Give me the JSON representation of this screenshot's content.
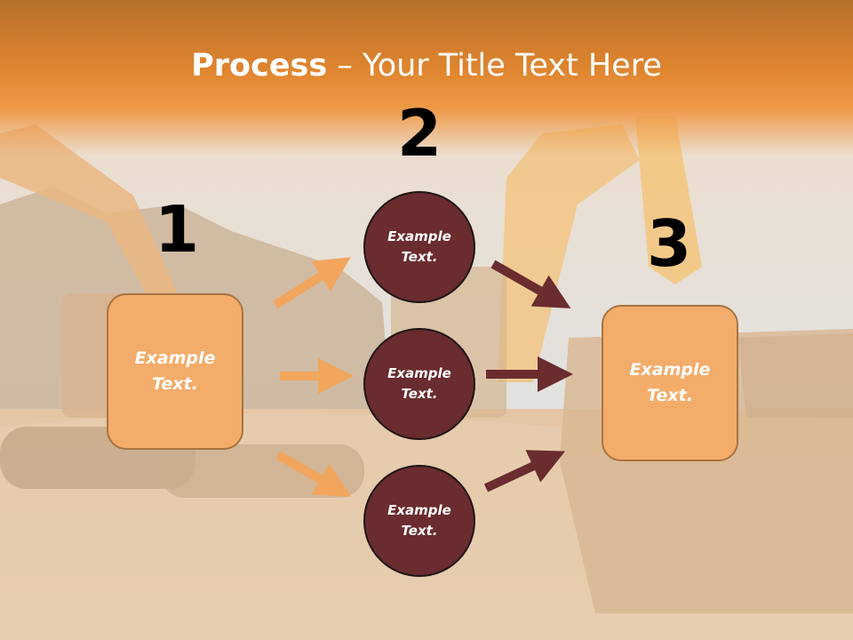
{
  "title": {
    "bold": "Process",
    "rest": " – Your Title Text Here"
  },
  "steps": [
    {
      "number": "1",
      "text": "Example\nText."
    },
    {
      "number": "2",
      "text": ""
    },
    {
      "number": "3",
      "text": "Example\nText."
    }
  ],
  "circles": [
    {
      "text": "Example\nText."
    },
    {
      "text": "Example\nText."
    },
    {
      "text": "Example\nText."
    }
  ],
  "colors": {
    "title_band": "#e0852f",
    "box_fill": "#f4ac6a",
    "circle_fill": "#6a2c2e",
    "arrow_left": "#f2a55c",
    "arrow_right": "#6a2c2e"
  }
}
